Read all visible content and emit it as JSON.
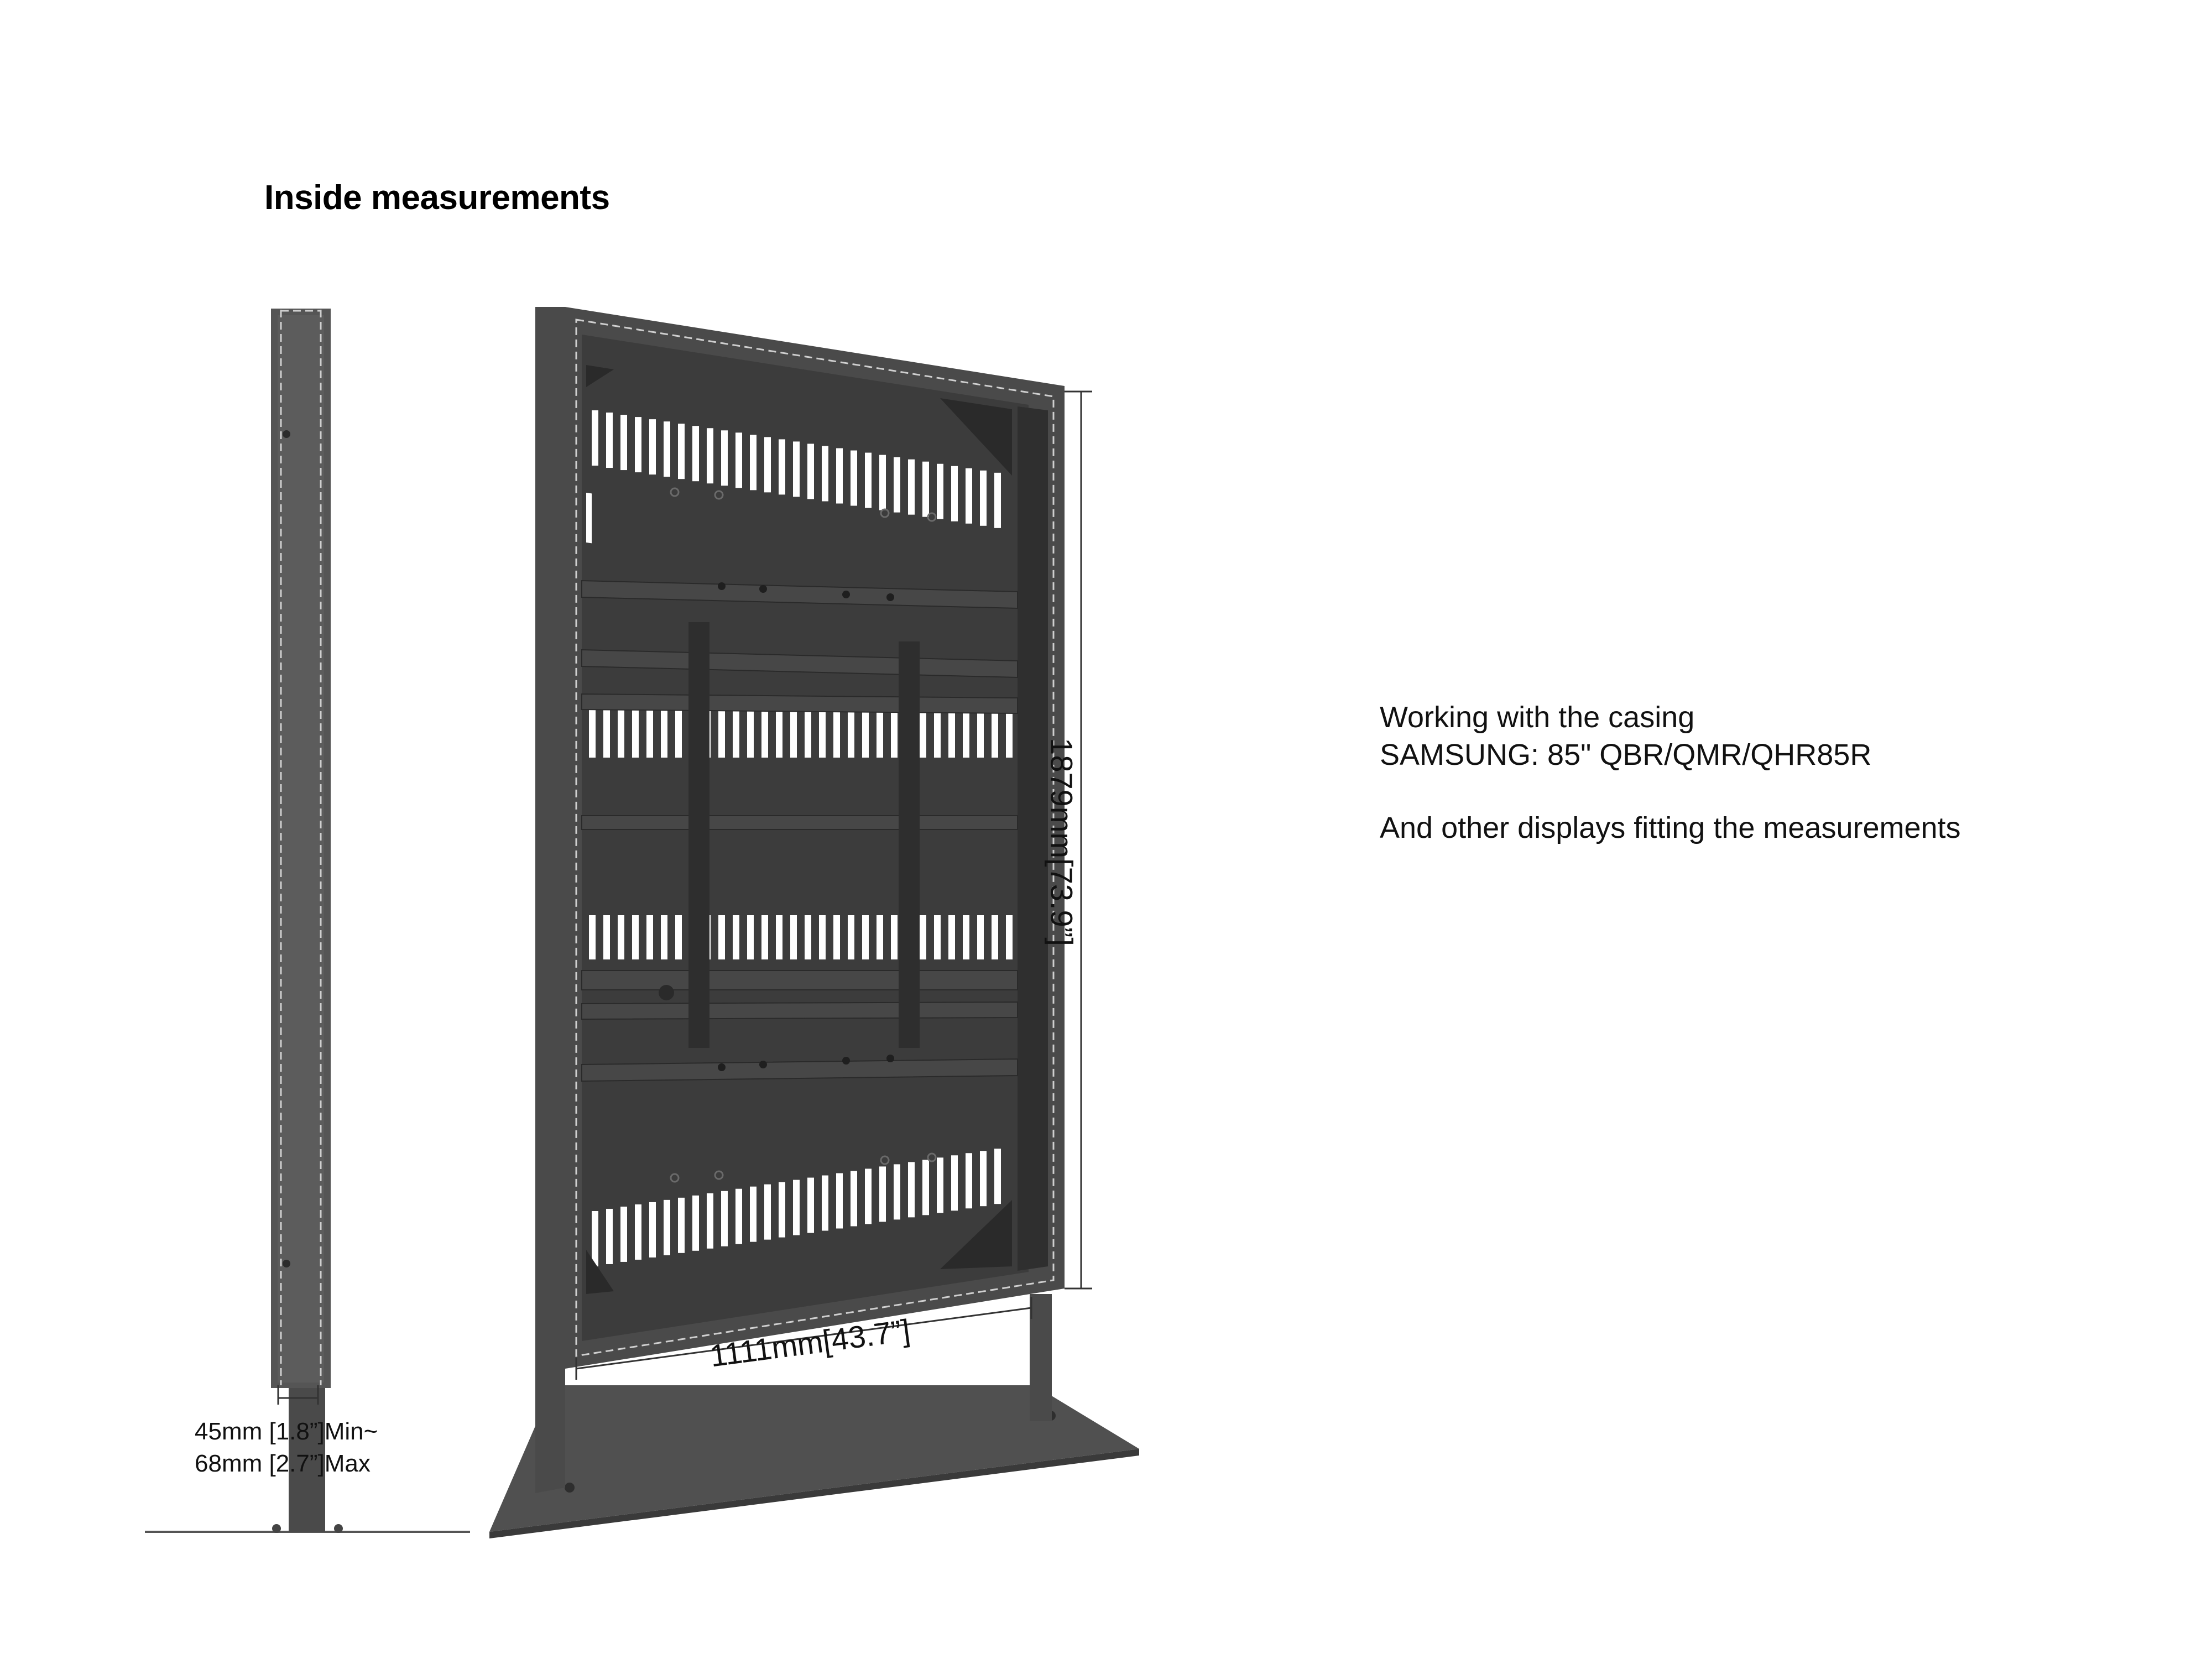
{
  "heading": "Inside measurements",
  "compatibility": {
    "line1": "Working with the casing",
    "line2": "SAMSUNG: 85\" QBR/QMR/QHR85R",
    "line3": "And other displays fitting the measurements"
  },
  "dimensions": {
    "width": "1111mm[43.7”]",
    "height": "1879mm[73.9”]",
    "depth_min": "45mm [1.8”]Min~",
    "depth_max": "68mm [2.7”]Max"
  },
  "colors": {
    "frame": "#4a4a4a",
    "panel": "#3c3c3c",
    "base": "#555555",
    "dashed": "#cfcfcf"
  }
}
